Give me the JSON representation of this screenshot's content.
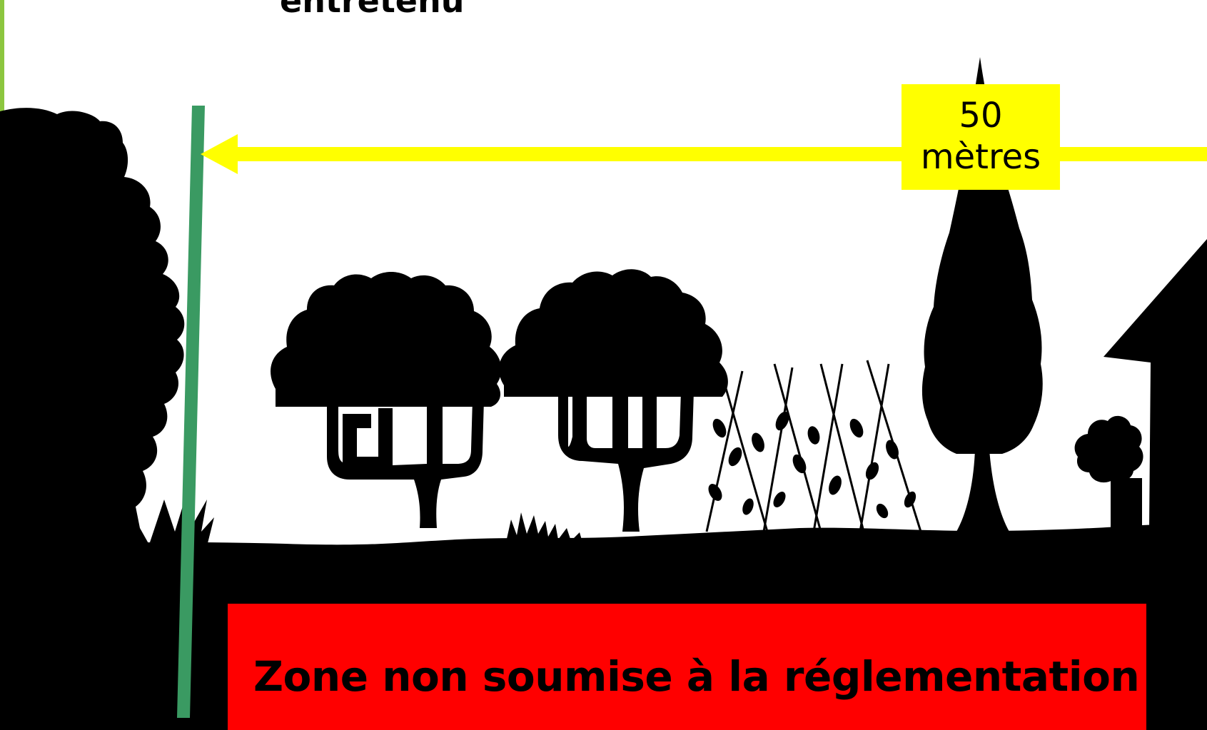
{
  "captions": {
    "top": "entretenu",
    "zone": "Zone non soumise à la réglementation"
  },
  "distance": {
    "value": "50",
    "unit": "mètres"
  },
  "colors": {
    "background": "#ffffff",
    "silhouette": "#000000",
    "arrow": "#ffff00",
    "label_background": "#ffff00",
    "zone_background": "#ff0000",
    "boundary_line": "#3a9a62",
    "left_edge": "#8cc63f"
  },
  "icons": [
    "hedge-silhouette-icon",
    "tree-silhouette-icon",
    "grass-tuft-icon",
    "vegetable-trellis-icon",
    "cypress-tree-icon",
    "shrub-pot-icon",
    "house-silhouette-icon"
  ]
}
